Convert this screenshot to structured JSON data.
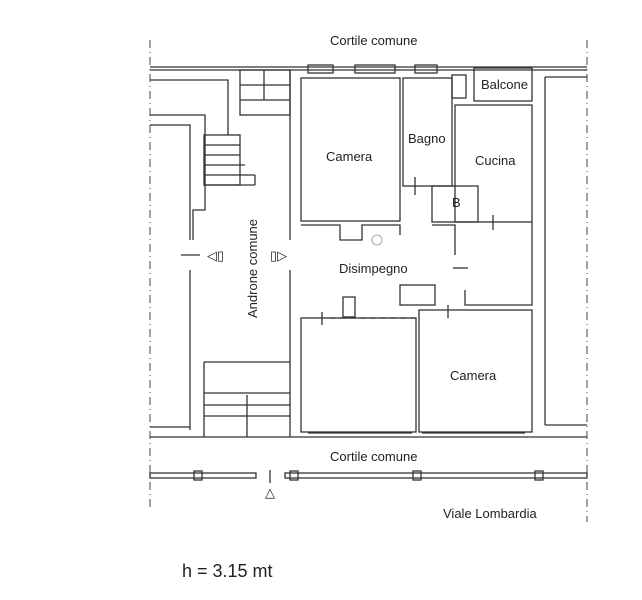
{
  "plan": {
    "labels": {
      "top_courtyard": "Cortile comune",
      "balcony": "Balcone",
      "bathroom": "Bagno",
      "bedroom_top": "Camera",
      "kitchen": "Cucina",
      "small_bath": "B",
      "hall": "Androne comune",
      "corridor": "Disimpegno",
      "bedroom_bottom": "Camera",
      "bottom_courtyard": "Cortile comune",
      "street": "Viale Lombardia"
    },
    "ceiling_height": "h = 3.15 mt"
  }
}
